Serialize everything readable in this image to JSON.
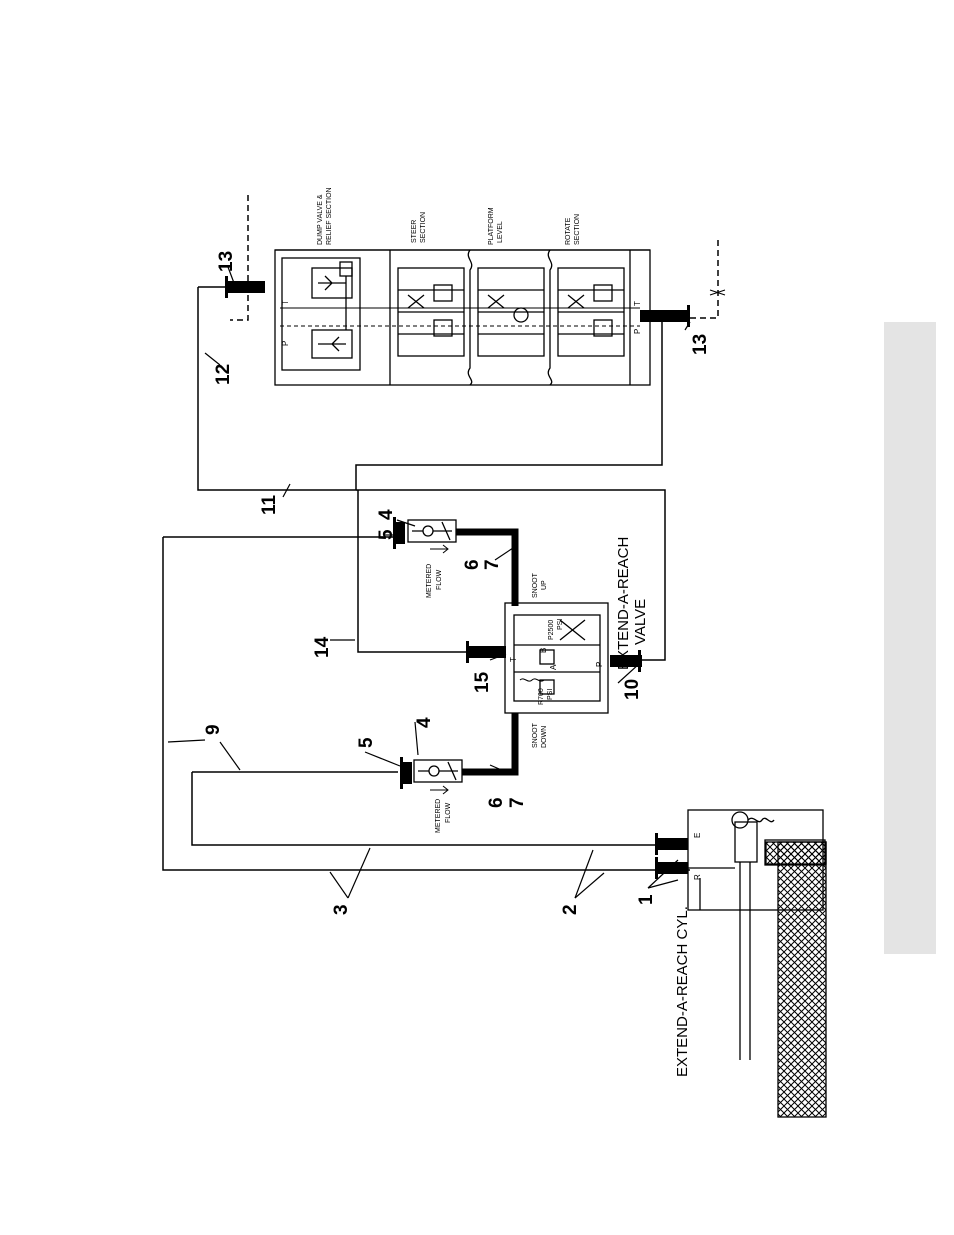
{
  "callouts": {
    "n1": "1",
    "n2": "2",
    "n3": "3",
    "n4a": "4",
    "n4b": "4",
    "n5a": "5",
    "n5b": "5",
    "n6a": "6",
    "n6b": "6",
    "n7a": "7",
    "n7b": "7",
    "n9": "9",
    "n10": "10",
    "n11": "11",
    "n12": "12",
    "n13a": "13",
    "n13b": "13",
    "n14": "14",
    "n15": "15"
  },
  "labels": {
    "extend_cyl": "EXTEND-A-REACH CYL.",
    "extend_valve_line1": "EXTEND-A-REACH",
    "extend_valve_line2": "VALVE",
    "metered_flow_top_1": "METERED",
    "metered_flow_top_2": "FLOW",
    "metered_flow_bottom_1": "METERED",
    "metered_flow_bottom_2": "FLOW",
    "snoot_up_1": "SNOOT",
    "snoot_up_2": "UP",
    "snoot_down_1": "SNOOT",
    "snoot_down_2": "DOWN",
    "psi_2500": "P2500",
    "psi_2500_unit": "PSI",
    "psi_700": "R700",
    "psi_700_unit": "PSI",
    "dump_valve_1": "DUMP VALVE &",
    "dump_valve_2": "RELIEF SECTION",
    "steer_1": "STEER",
    "steer_2": "SECTION",
    "platform_1": "PLATFORM",
    "platform_2": "LEVEL",
    "rotate_1": "ROTATE",
    "rotate_2": "SECTION",
    "port_e": "E",
    "port_r": "R",
    "port_t_valve": "T",
    "port_p_valve": "P",
    "port_b": "B",
    "port_a": "A",
    "port_p_manifold": "P",
    "port_t_manifold_top": "T",
    "port_t_manifold_bottom": "T",
    "port_p_manifold_bottom": "P"
  }
}
